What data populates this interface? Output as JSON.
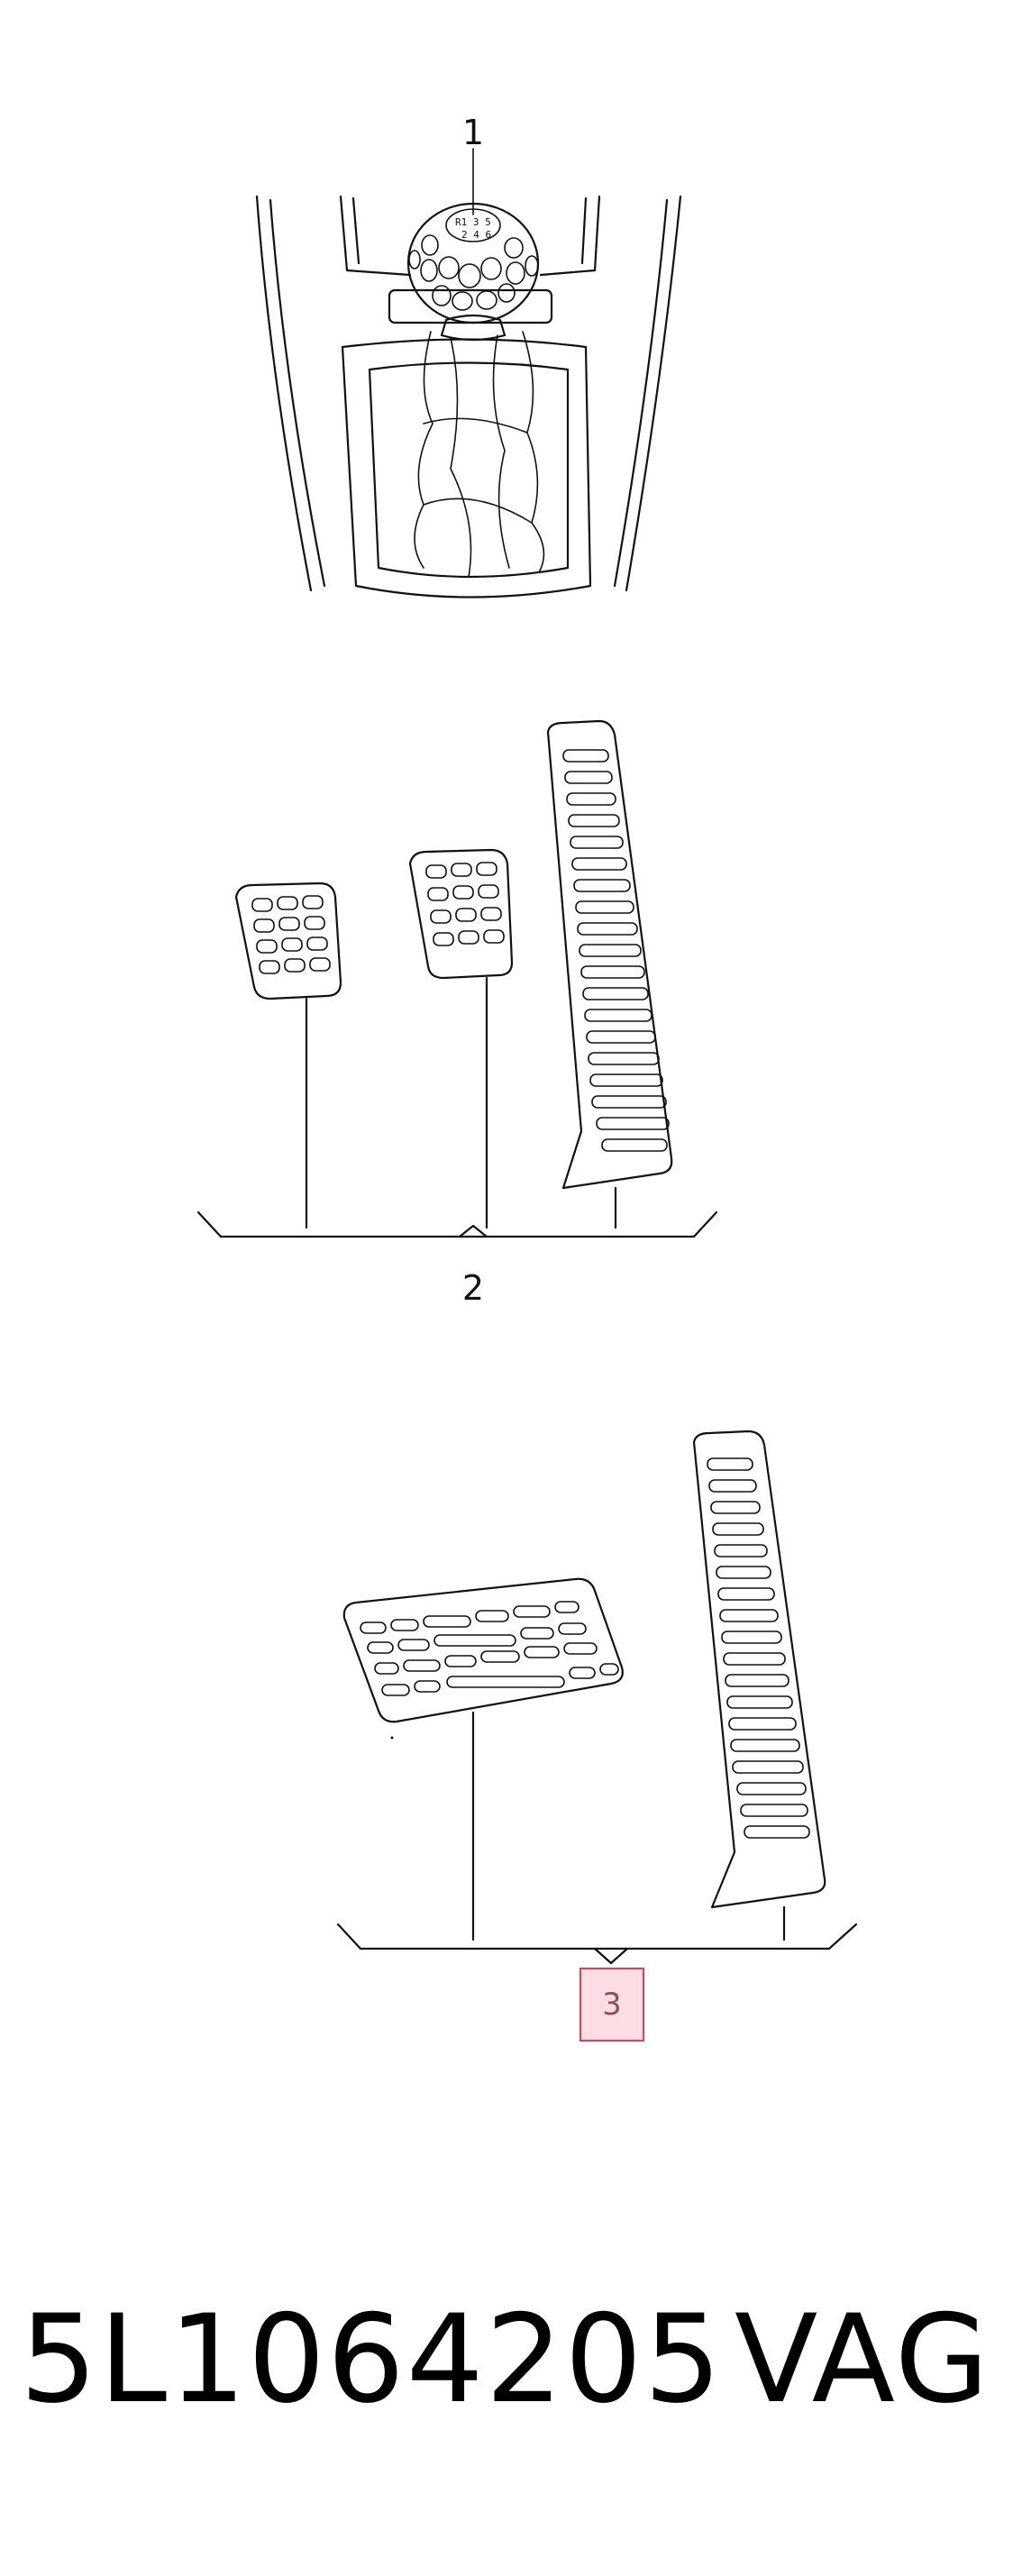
{
  "callouts": {
    "gear_knob": "1",
    "pedal_set_manual": "2",
    "pedal_set_automatic": "3"
  },
  "footer": {
    "part_number": "5L1064205",
    "brand": "VAG"
  },
  "colors": {
    "line": "#111111",
    "highlight_border": "#e0405a",
    "highlight_fill": "#fbdde3"
  }
}
